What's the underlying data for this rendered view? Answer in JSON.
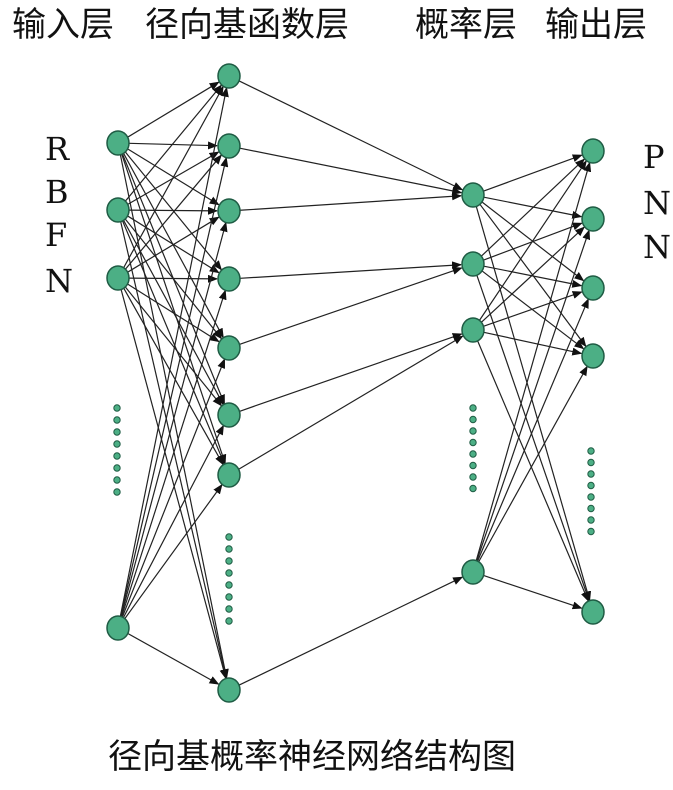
{
  "header": {
    "input_layer": "输入层",
    "rbf_layer": "径向基函数层",
    "prob_layer": "概率层",
    "output_layer": "输出层"
  },
  "left_label": [
    "R",
    "B",
    "F",
    "N"
  ],
  "right_label": [
    "P",
    "N",
    "N"
  ],
  "caption": "径向基概率神经网络结构图",
  "colors": {
    "node_fill": "#4caf85",
    "node_stroke": "#1f5c44",
    "edge": "#222222"
  }
}
